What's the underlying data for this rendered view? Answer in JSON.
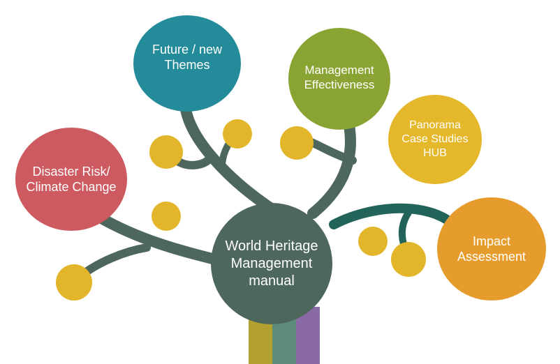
{
  "diagram": {
    "center": {
      "label": "World Heritage\nManagement\nmanual",
      "color": "#4e675d"
    },
    "branches": [
      {
        "id": "future",
        "label": "Future / new\nThemes",
        "color": "#238b99"
      },
      {
        "id": "mgmt",
        "label": "Management\nEffectiveness",
        "color": "#8aa433"
      },
      {
        "id": "pano",
        "label": "Panorama\nCase Studies\nHUB",
        "color": "#e5b72b"
      },
      {
        "id": "disaster",
        "label": "Disaster Risk/\nClimate Change",
        "color": "#cc5a60"
      },
      {
        "id": "impact",
        "label": "Impact\nAssessment",
        "color": "#e69c2c"
      }
    ],
    "colors": {
      "branch_stem": "#4e675d",
      "teal_stem": "#23645a",
      "leaf_dot": "#e3b52a",
      "trunk_stripes": [
        "#b2a031",
        "#5e8c7a",
        "#8a6aa4"
      ]
    }
  }
}
